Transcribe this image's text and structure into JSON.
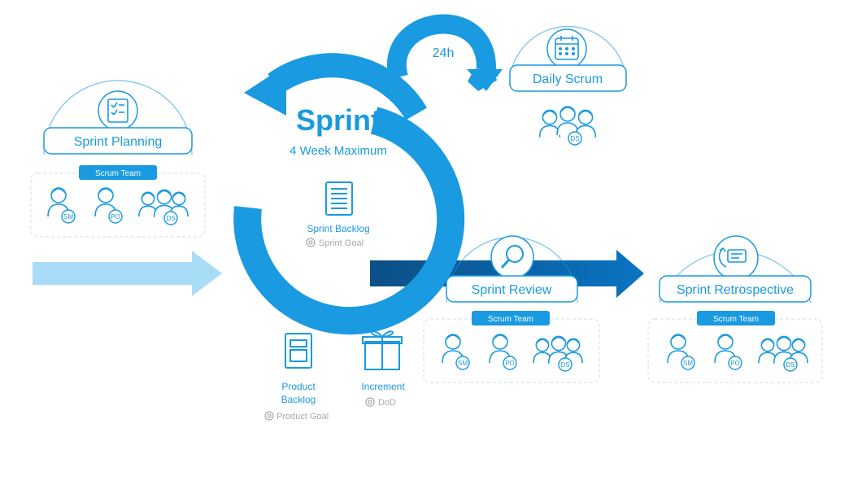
{
  "sprint": {
    "title": "Sprint",
    "subtitle": "4 Week Maximum",
    "cycle_label": "24h",
    "backlog_label": "Sprint Backlog",
    "backlog_goal": "Sprint Goal"
  },
  "events": {
    "planning": "Sprint Planning",
    "daily": "Daily Scrum",
    "review": "Sprint Review",
    "retro": "Sprint Retrospective"
  },
  "team": {
    "label": "Scrum Team",
    "roles": {
      "sm": "SM",
      "po": "PO",
      "ds": "DS"
    }
  },
  "artifacts": {
    "product_backlog_line1": "Product",
    "product_backlog_line2": "Backlog",
    "product_goal": "Product Goal",
    "increment": "Increment",
    "dod": "DoD"
  },
  "colors": {
    "primary": "#1a9ae0",
    "dark": "#0a6fb5",
    "light": "#a9dcf6",
    "gray": "#a8a8a8"
  },
  "icons": {
    "planning": "checklist-icon",
    "daily": "calendar-icon",
    "review": "magnifier-icon",
    "retro": "retro-board-icon",
    "sprint_backlog": "document-icon",
    "product_backlog": "backlog-icon",
    "increment": "gift-icon",
    "goal": "target-icon"
  }
}
